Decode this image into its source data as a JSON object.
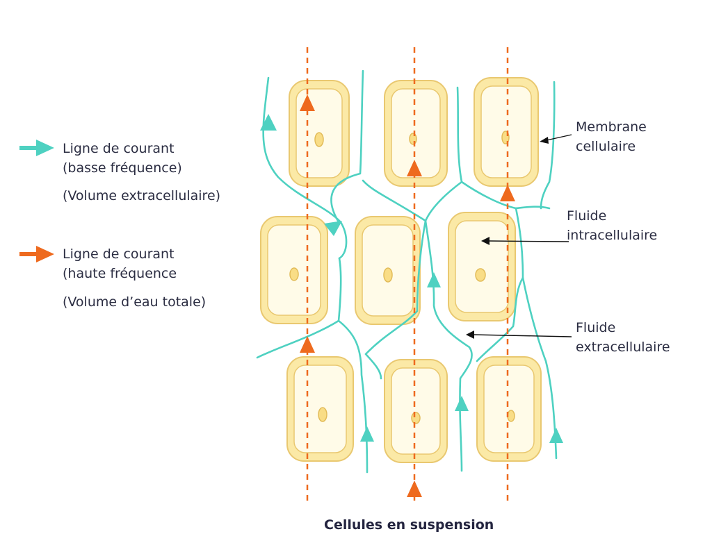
{
  "legend": {
    "low_frequency": {
      "line1": "Ligne de courant",
      "line2": "(basse fréquence)",
      "line3": "(Volume extracellulaire)",
      "color": "#4ed1c1"
    },
    "high_frequency": {
      "line1": "Ligne de courant",
      "line2": "(haute fréquence",
      "line3": "(Volume d’eau totale)",
      "color": "#ee6a1e"
    }
  },
  "annotations": {
    "membrane": {
      "line1": "Membrane",
      "line2": "cellulaire"
    },
    "intracellular": {
      "line1": "Fluide",
      "line2": "intracellulaire"
    },
    "extracellular": {
      "line1": "Fluide",
      "line2": "extracellulaire"
    }
  },
  "caption": "Cellules en suspension",
  "colors": {
    "cell_fill": "#fbe9a6",
    "cell_border": "#e9c870",
    "text": "#2b2d42"
  }
}
